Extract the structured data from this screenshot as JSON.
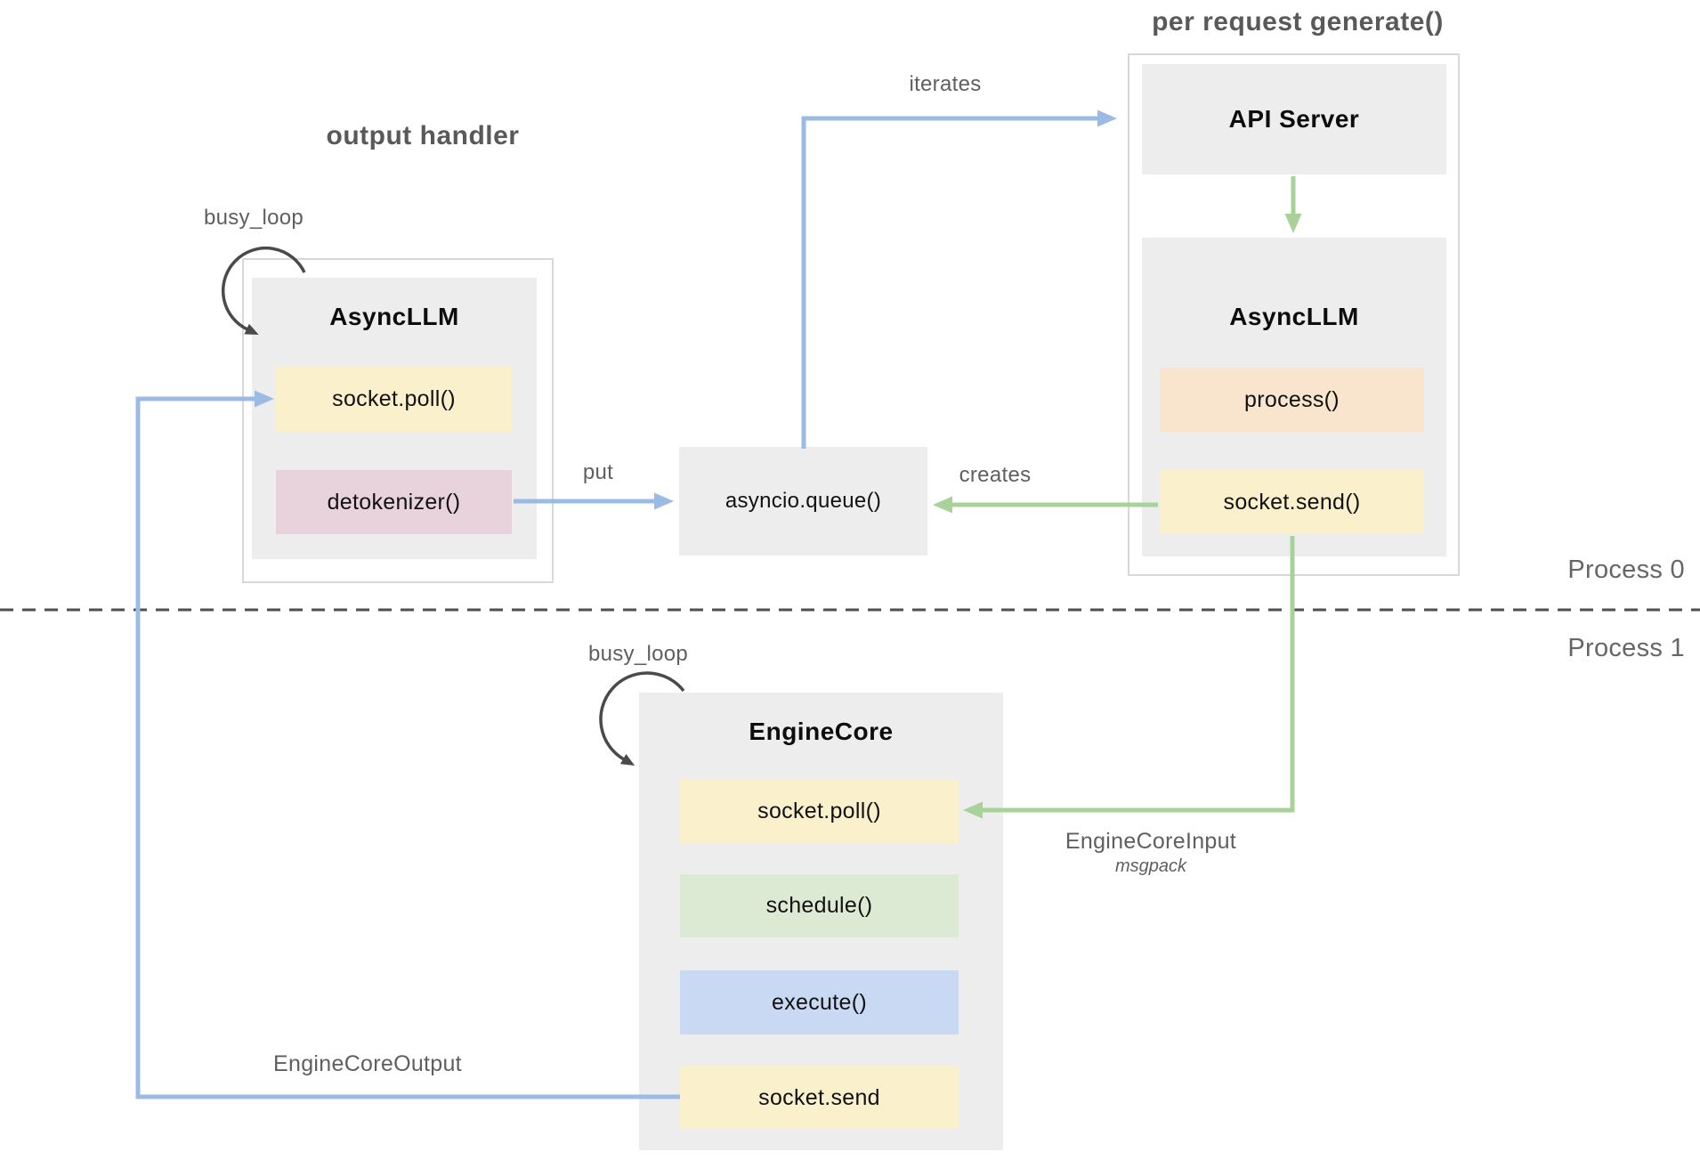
{
  "diagram_titles": {
    "output_handler": "output handler",
    "per_request_generate": "per request generate()"
  },
  "process_lane_labels": {
    "top": "Process 0",
    "bottom": "Process 1"
  },
  "loop_labels": {
    "output_handler_loop": "busy_loop",
    "engine_core_loop": "busy_loop"
  },
  "edge_labels": {
    "iterates": "iterates",
    "put": "put",
    "creates": "creates",
    "engine_core_input": "EngineCoreInput",
    "engine_core_input_format": "msgpack",
    "engine_core_output": "EngineCoreOutput"
  },
  "nodes": {
    "api_server": {
      "title": "API Server"
    },
    "async_llm_request": {
      "title": "AsyncLLM",
      "items": [
        {
          "label": "process()",
          "color": "peach"
        },
        {
          "label": "socket.send()",
          "color": "yellow"
        }
      ]
    },
    "async_llm_output": {
      "title": "AsyncLLM",
      "items": [
        {
          "label": "socket.poll()",
          "color": "yellow"
        },
        {
          "label": "detokenizer()",
          "color": "pink"
        }
      ]
    },
    "engine_core": {
      "title": "EngineCore",
      "items": [
        {
          "label": "socket.poll()",
          "color": "yellow"
        },
        {
          "label": "schedule()",
          "color": "green"
        },
        {
          "label": "execute()",
          "color": "blue"
        },
        {
          "label": "socket.send",
          "color": "yellow"
        }
      ]
    },
    "asyncio_queue": {
      "label": "asyncio.queue()"
    }
  },
  "colors": {
    "yellow": "#fbf0cc",
    "peach": "#f9e4cd",
    "pink": "#e8d3dc",
    "green": "#dcead3",
    "blue": "#c9d8f3",
    "box_gray": "#ededee",
    "arrow_blue": "#9bbbe4",
    "arrow_green": "#a9d29a",
    "loop_gray": "#4a4a4a"
  }
}
